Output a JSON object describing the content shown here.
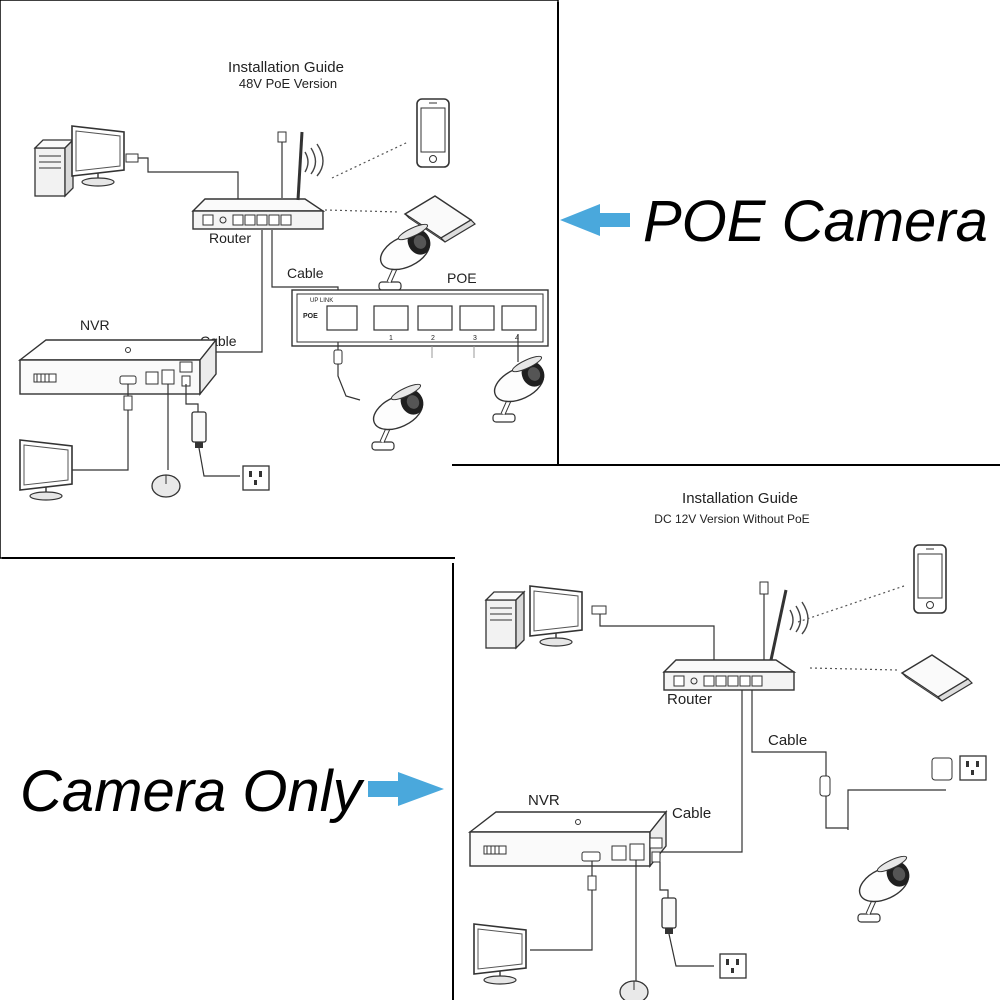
{
  "panel_poe": {
    "guide_title": "Installation Guide",
    "guide_subtitle": "48V PoE Version",
    "router_label": "Router",
    "cable_label_1": "Cable",
    "cable_label_2": "Cable",
    "nvr_label": "NVR",
    "poe_switch_label": "POE",
    "poe_uplink_label": "UP LINK",
    "poe_brand": "POE",
    "port_numbers": [
      "1",
      "2",
      "3",
      "4"
    ]
  },
  "panel_dc": {
    "guide_title": "Installation Guide",
    "guide_subtitle": "DC 12V Version Without PoE",
    "router_label": "Router",
    "cable_label_1": "Cable",
    "cable_label_2": "Cable",
    "nvr_label": "NVR"
  },
  "callouts": {
    "poe_camera": "POE Camera",
    "camera_only": "Camera Only",
    "arrow_color": "#4aa8dc"
  }
}
